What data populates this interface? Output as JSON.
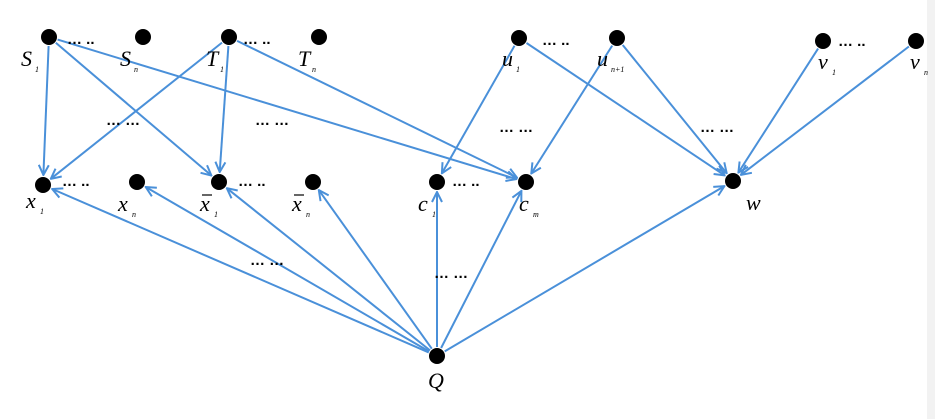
{
  "diagram": {
    "colors": {
      "node": "#000000",
      "edge": "#4a90d9"
    },
    "nodes": [
      {
        "id": "S1",
        "name": "S",
        "sub": "1",
        "bar": false
      },
      {
        "id": "Sn",
        "name": "S",
        "sub": "n",
        "bar": false
      },
      {
        "id": "T1",
        "name": "T",
        "sub": "1",
        "bar": false
      },
      {
        "id": "Tn",
        "name": "T",
        "sub": "n",
        "bar": false
      },
      {
        "id": "u1",
        "name": "u",
        "sub": "1",
        "bar": false
      },
      {
        "id": "un1",
        "name": "u",
        "sub": "n+1",
        "bar": false
      },
      {
        "id": "v1",
        "name": "v",
        "sub": "1",
        "bar": false
      },
      {
        "id": "vn",
        "name": "v",
        "sub": "n",
        "bar": false
      },
      {
        "id": "x1",
        "name": "x",
        "sub": "1",
        "bar": false
      },
      {
        "id": "xn",
        "name": "x",
        "sub": "n",
        "bar": false
      },
      {
        "id": "xb1",
        "name": "x",
        "sub": "1",
        "bar": true
      },
      {
        "id": "xbn",
        "name": "x",
        "sub": "n",
        "bar": true
      },
      {
        "id": "c1",
        "name": "c",
        "sub": "1",
        "bar": false
      },
      {
        "id": "cm",
        "name": "c",
        "sub": "m",
        "bar": false
      },
      {
        "id": "w",
        "name": "w",
        "sub": "",
        "bar": false
      },
      {
        "id": "Q",
        "name": "Q",
        "sub": "",
        "bar": false
      }
    ],
    "edges": [
      [
        "S1",
        "x1"
      ],
      [
        "S1",
        "xb1"
      ],
      [
        "S1",
        "cm"
      ],
      [
        "T1",
        "x1"
      ],
      [
        "T1",
        "xb1"
      ],
      [
        "T1",
        "cm"
      ],
      [
        "u1",
        "c1"
      ],
      [
        "u1",
        "w"
      ],
      [
        "un1",
        "cm"
      ],
      [
        "un1",
        "w"
      ],
      [
        "v1",
        "w"
      ],
      [
        "vn",
        "w"
      ],
      [
        "Q",
        "x1"
      ],
      [
        "Q",
        "xn"
      ],
      [
        "Q",
        "xb1"
      ],
      [
        "Q",
        "xbn"
      ],
      [
        "Q",
        "c1"
      ],
      [
        "Q",
        "cm"
      ],
      [
        "Q",
        "w"
      ]
    ],
    "ellipses": {
      "row_dots": "… ..",
      "gap_dots": "… …"
    }
  }
}
